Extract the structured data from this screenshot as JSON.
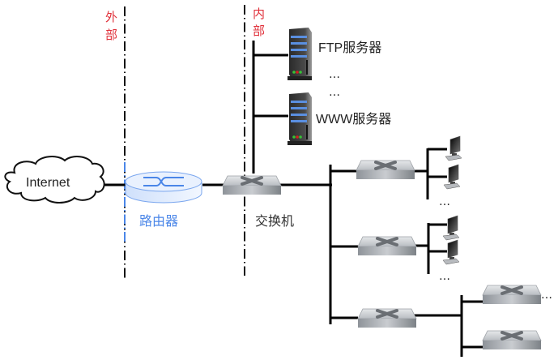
{
  "diagram": {
    "zones": {
      "outside_label": [
        "外",
        "部"
      ],
      "inside_label": [
        "内",
        "部"
      ]
    },
    "nodes": {
      "internet": "Internet",
      "router": "路由器",
      "core_switch": "交换机",
      "ftp_server": "FTP服务器",
      "www_server": "WWW服务器"
    },
    "ellipsis": "…",
    "colors": {
      "zone_label": "#e0303a",
      "router": "#4a86e8",
      "wire": "#000000",
      "switch": "#9aa0a6"
    },
    "structure": {
      "servers": [
        "FTP服务器",
        "WWW服务器"
      ],
      "access_switches": 3,
      "hosts_per_access_switch_shown": 2,
      "downstream_switches_on_third": 2
    }
  }
}
